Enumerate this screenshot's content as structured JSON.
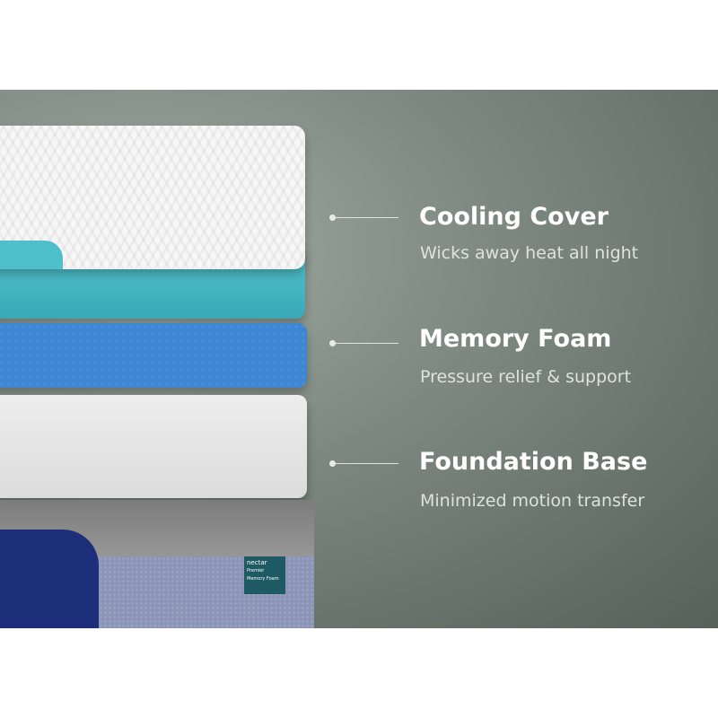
{
  "features": [
    {
      "title": "Cooling Cover",
      "subtitle": "Wicks away heat all night"
    },
    {
      "title": "Memory Foam",
      "subtitle": "Pressure relief & support"
    },
    {
      "title": "Foundation Base",
      "subtitle": "Minimized motion transfer"
    }
  ],
  "label_tag": {
    "brand": "nectar",
    "line1": "Premier",
    "line2": "Memory Foam"
  },
  "colors": {
    "cover": "#f7f7f7",
    "gel_layer": "#4fc0cb",
    "memory_foam": "#3d86d4",
    "foundation": "#e6e6e6",
    "base": "#8c95b8",
    "accent_navy": "#1d2f7a"
  }
}
